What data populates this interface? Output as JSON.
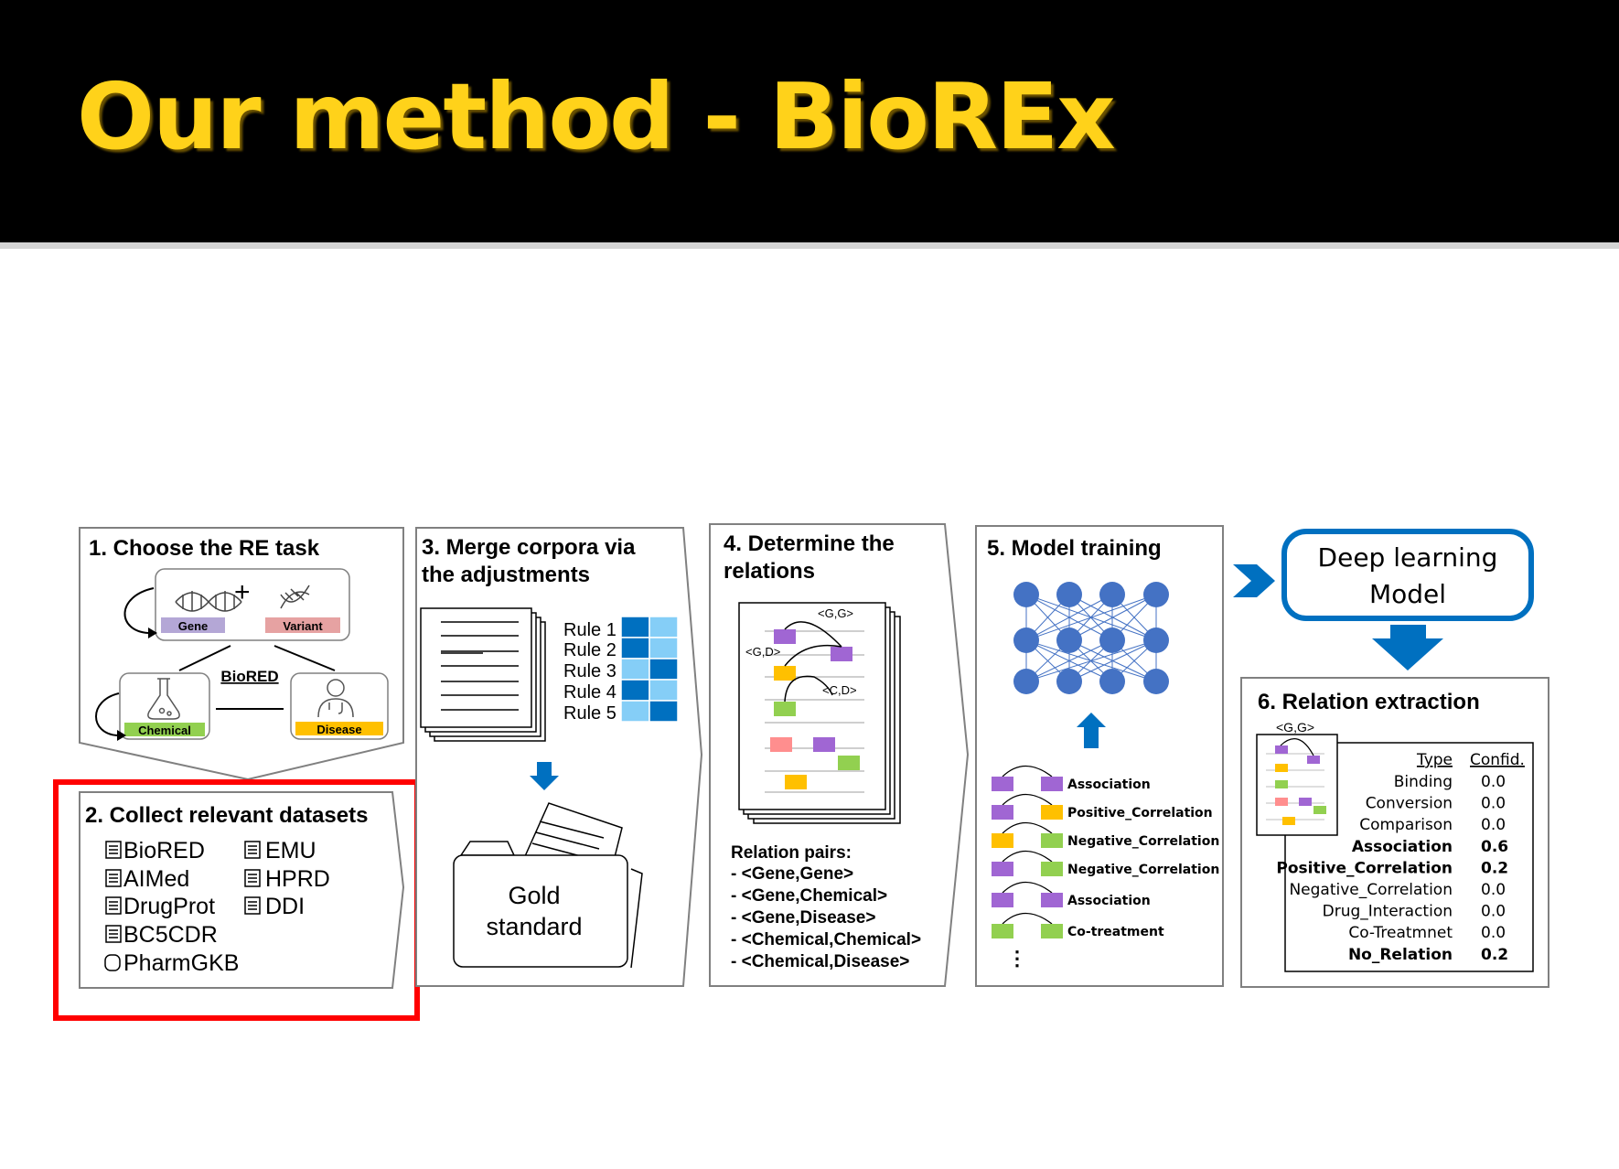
{
  "slide": {
    "title": "Our method - BioREx"
  },
  "step1": {
    "title": "1. Choose the RE task",
    "gene": "Gene",
    "variant": "Variant",
    "plus": "+",
    "center": "BioRED",
    "chemical": "Chemical",
    "disease": "Disease"
  },
  "step2": {
    "title": "2. Collect relevant datasets",
    "datasets": [
      "BioRED",
      "AIMed",
      "DrugProt",
      "BC5CDR",
      "PharmGKB",
      "EMU",
      "HPRD",
      "DDI"
    ]
  },
  "step3": {
    "title_line1": "3. Merge corpora via",
    "title_line2": "the adjustments",
    "rules": [
      "Rule 1",
      "Rule 2",
      "Rule 3",
      "Rule 4",
      "Rule 5"
    ],
    "gold_line1": "Gold",
    "gold_line2": "standard"
  },
  "step4": {
    "title_line1": "4. Determine the",
    "title_line2": "relations",
    "tags": [
      "<G,G>",
      "<G,D>",
      "<C,D>"
    ],
    "pairs_title": "Relation pairs:",
    "pairs": [
      "- <Gene,Gene>",
      "- <Gene,Chemical>",
      "- <Gene,Disease>",
      "- <Chemical,Chemical>",
      "- <Chemical,Disease>"
    ]
  },
  "step5": {
    "title": "5. Model training",
    "relations": [
      "Association",
      "Positive_Correlation",
      "Negative_Correlation",
      "Negative_Correlation",
      "Association",
      "Co-treatment"
    ],
    "ellipsis": "⋮"
  },
  "deep_model": {
    "line1": "Deep learning",
    "line2": "Model"
  },
  "step6": {
    "title": "6. Relation extraction",
    "tag": "<G,G>",
    "header_type": "Type",
    "header_confid": "Confid.",
    "rows": [
      {
        "type": "Binding",
        "conf": "0.0"
      },
      {
        "type": "Conversion",
        "conf": "0.0"
      },
      {
        "type": "Comparison",
        "conf": "0.0"
      },
      {
        "type": "Association",
        "conf": "0.6"
      },
      {
        "type": "Positive_Correlation",
        "conf": "0.2"
      },
      {
        "type": "Negative_Correlation",
        "conf": "0.0"
      },
      {
        "type": "Drug_Interaction",
        "conf": "0.0"
      },
      {
        "type": "Co-Treatmnet",
        "conf": "0.0"
      },
      {
        "type": "No_Relation",
        "conf": "0.2"
      }
    ]
  },
  "colors": {
    "title_yellow": "#ffd21a",
    "purple": "#a066d3",
    "orange": "#ffc000",
    "green": "#92d050",
    "pink": "#ff8e8e",
    "node_blue": "#4472c4",
    "arrow_blue": "#0070c0",
    "highlight_red": "#ff0000"
  }
}
